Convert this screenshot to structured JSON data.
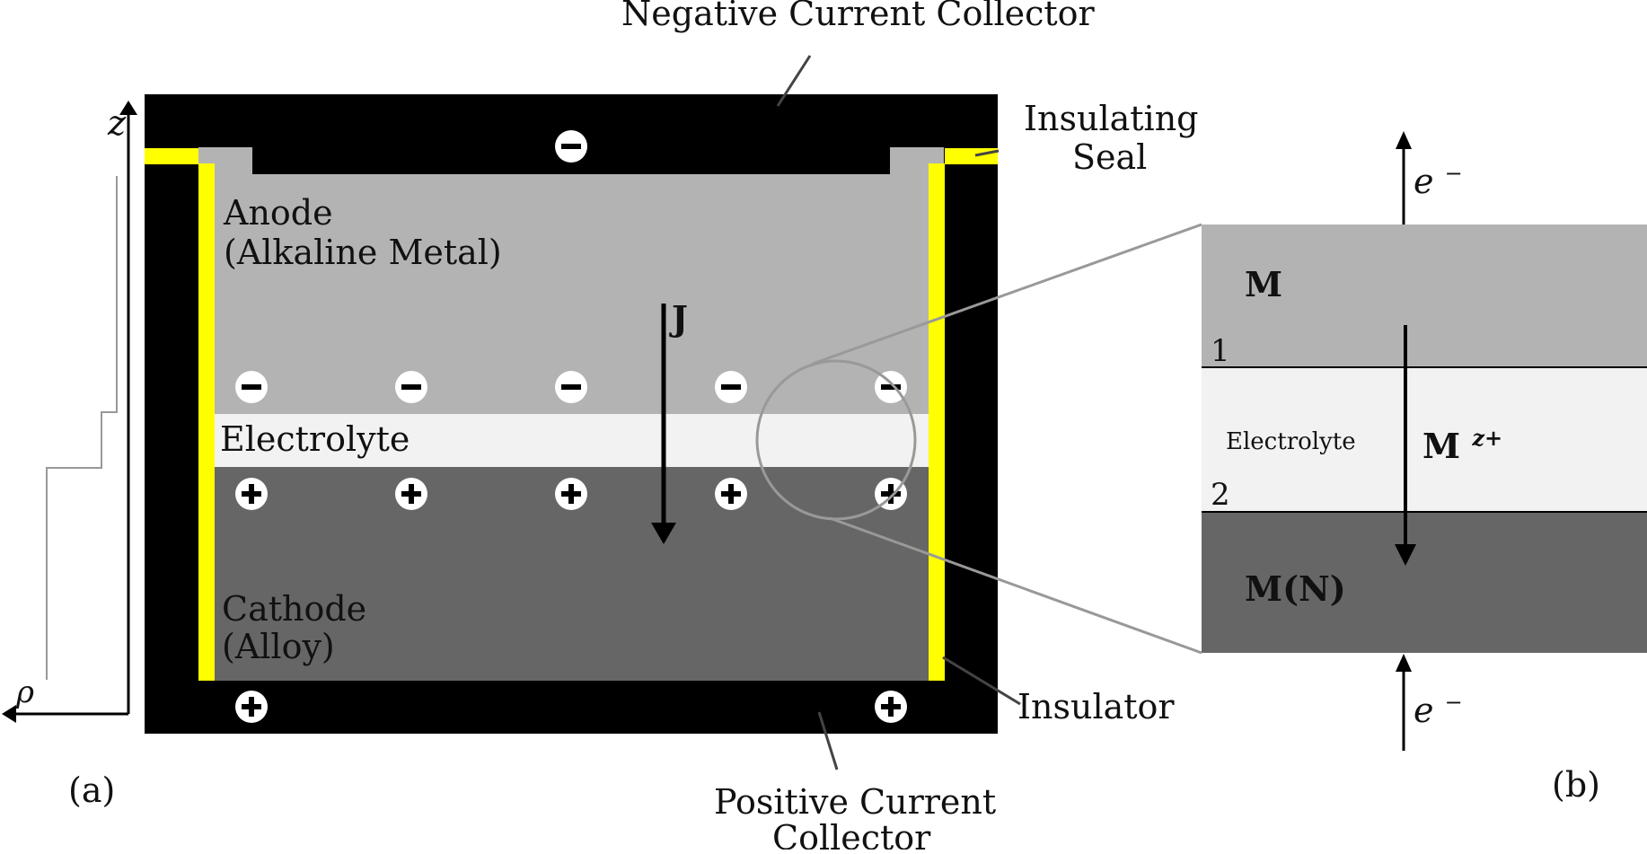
{
  "labels": {
    "negative_collector": "Negative Current Collector",
    "insulating_seal_1": "Insulating",
    "insulating_seal_2": "Seal",
    "anode_1": "Anode",
    "anode_2": "(Alkaline Metal)",
    "electrolyte": "Electrolyte",
    "cathode_1": "Cathode",
    "cathode_2": "(Alloy)",
    "insulator": "Insulator",
    "positive_collector_1": "Positive Current",
    "positive_collector_2": "Collector",
    "current_density": "J",
    "axis_z": "z",
    "axis_rho": "ρ",
    "panel_a": "(a)",
    "panel_b": "(b)"
  },
  "zoom": {
    "top_layer": "M",
    "middle_layer": "Electrolyte",
    "bottom_layer": "M(N)",
    "interface_1": "1",
    "interface_2": "2",
    "ion_base": "M",
    "ion_charge": "z+",
    "electron_base": "e",
    "electron_charge": "−"
  },
  "symbols": {
    "minus": "−",
    "plus": "+"
  },
  "colors": {
    "collector": "#000000",
    "insulator": "#ffff00",
    "anode": "#b3b3b3",
    "electrolyte": "#f2f2f2",
    "cathode": "#666666",
    "outline": "#999999"
  }
}
